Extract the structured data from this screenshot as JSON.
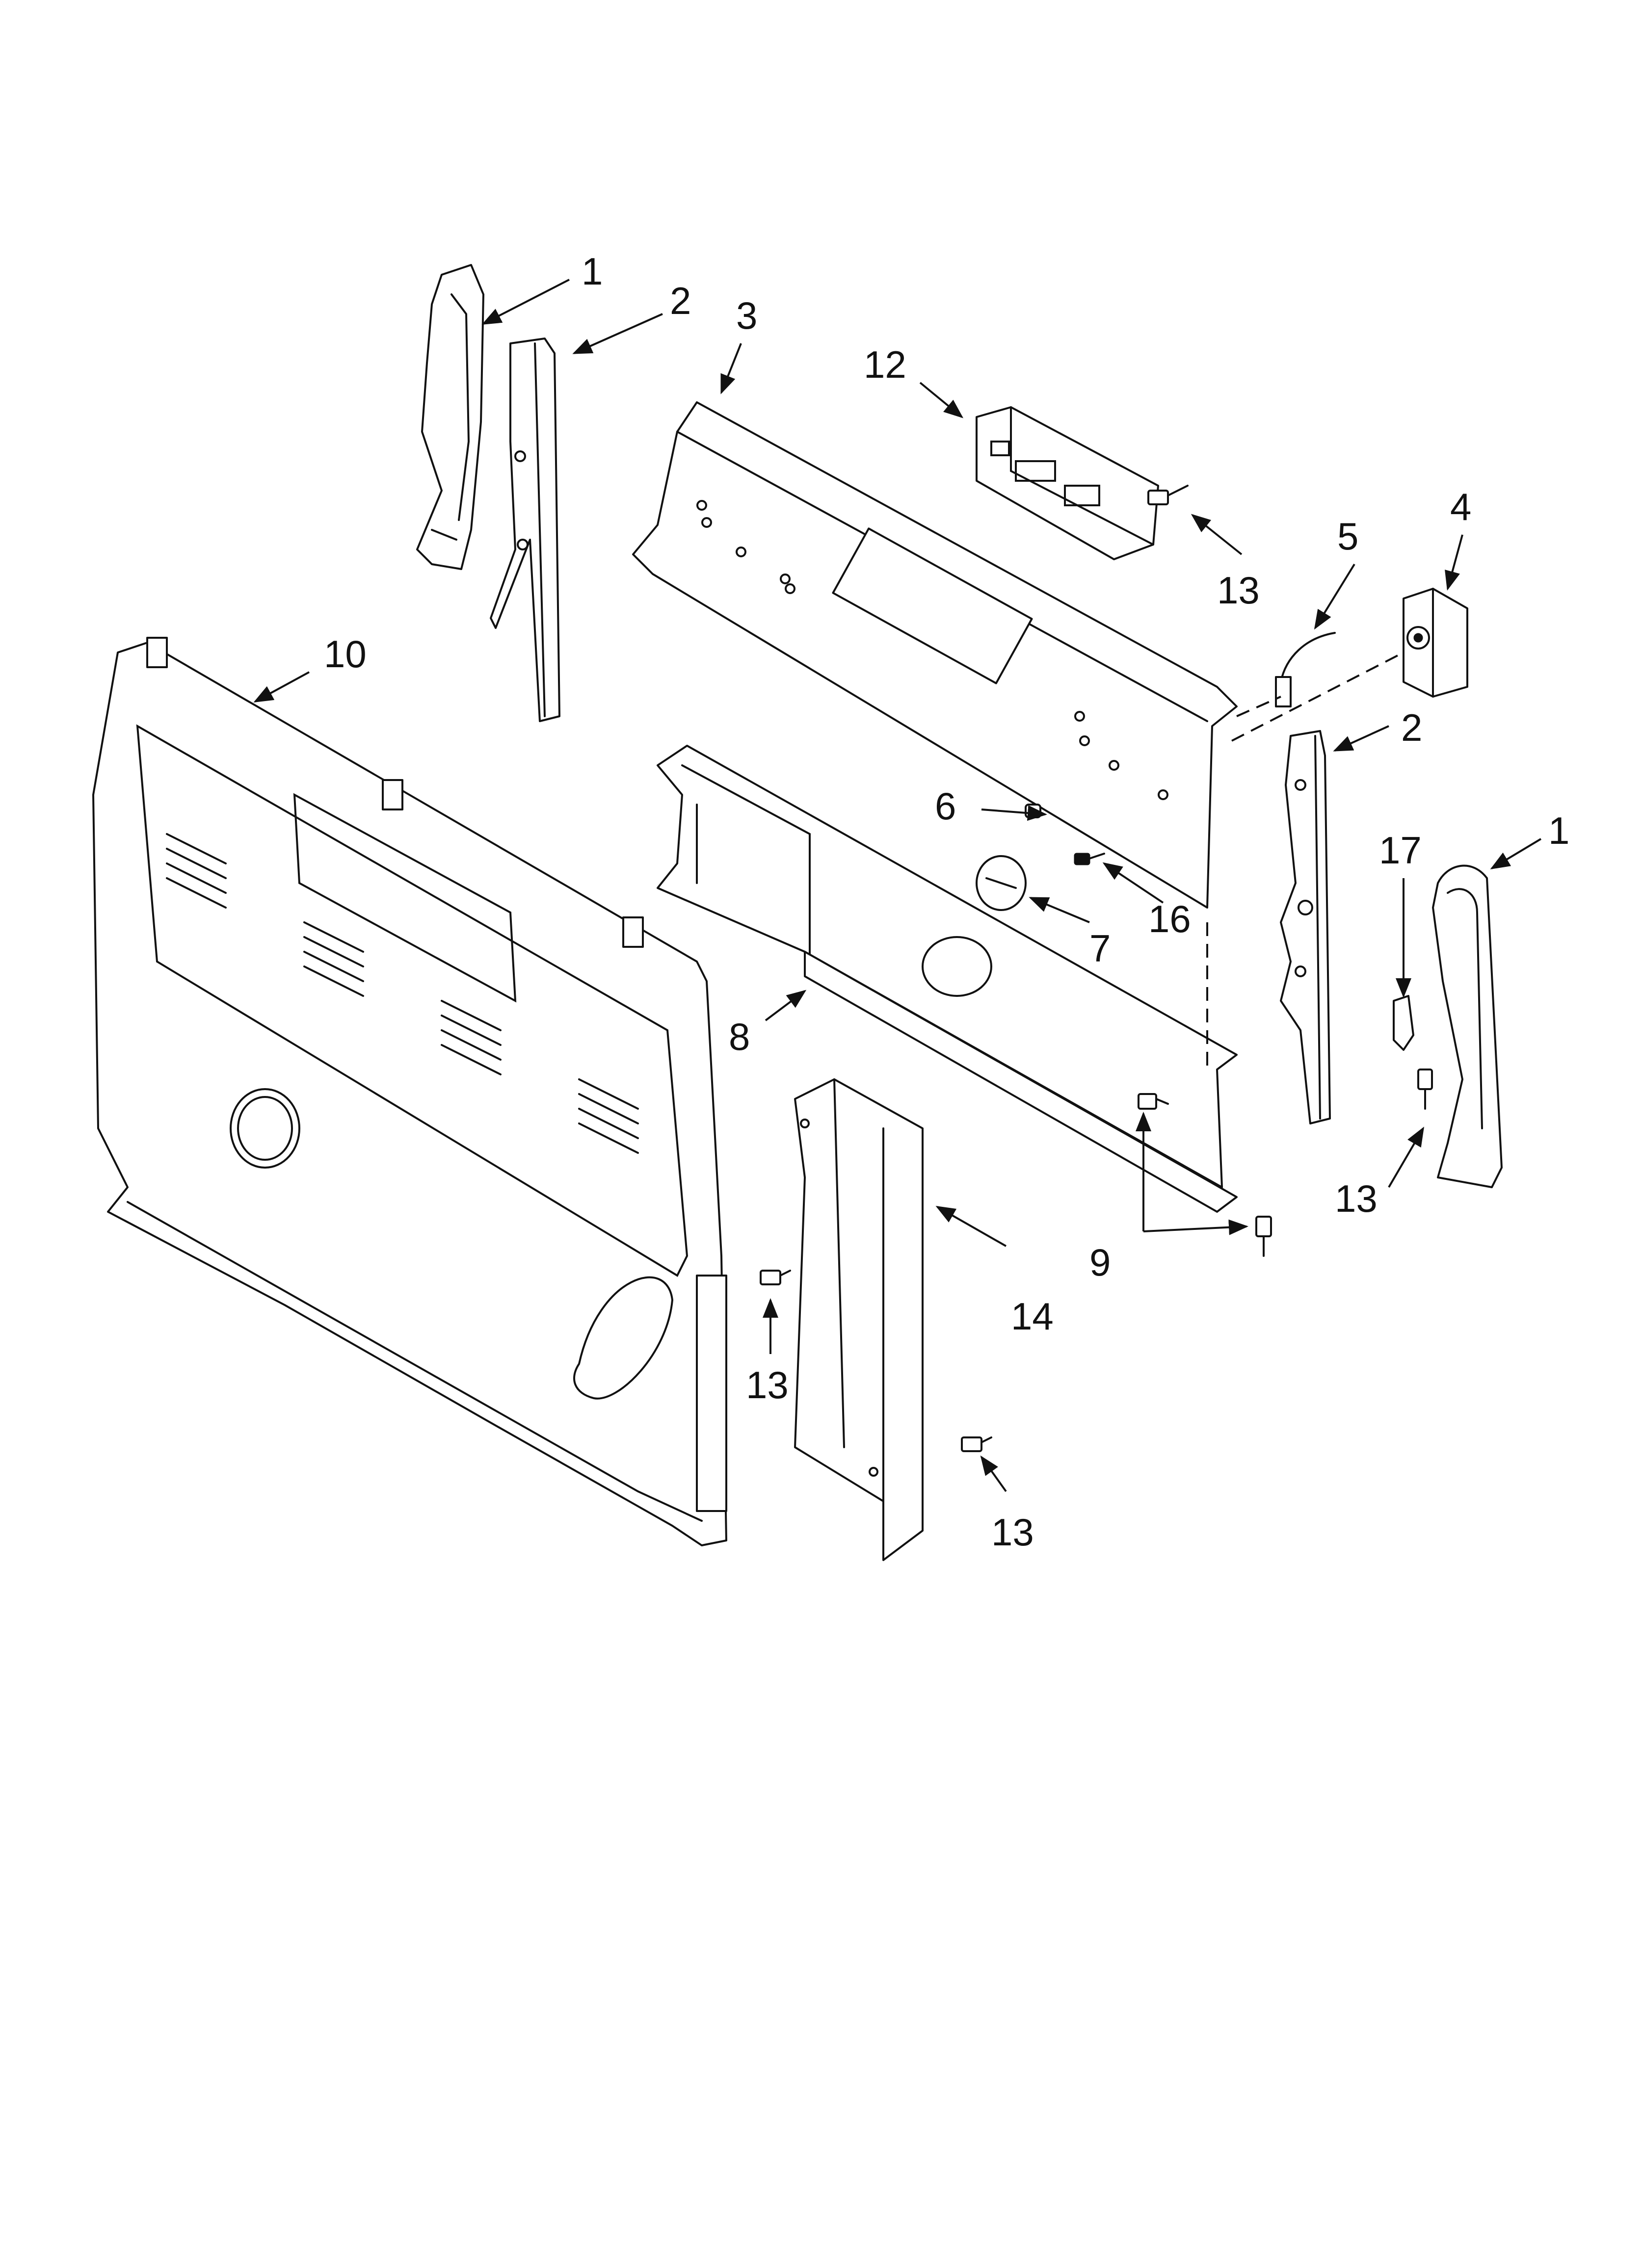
{
  "callouts": {
    "c1a": "1",
    "c2a": "2",
    "c3": "3",
    "c12": "12",
    "c13a": "13",
    "c5": "5",
    "c4": "4",
    "c10": "10",
    "c2b": "2",
    "c1b": "1",
    "c17": "17",
    "c6": "6",
    "c16": "16",
    "c7": "7",
    "c8": "8",
    "c13b": "13",
    "c9": "9",
    "c14": "14",
    "c13c": "13",
    "c13d": "13"
  }
}
